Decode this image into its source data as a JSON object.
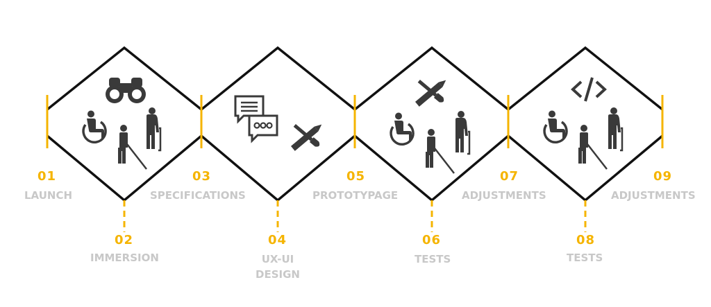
{
  "colors": {
    "accent": "#f5b400",
    "line": "#111111",
    "label": "#c8c8c8",
    "icon": "#3a3a3a"
  },
  "steps": [
    {
      "num": "01",
      "label": "LAUNCH"
    },
    {
      "num": "02",
      "label": "IMMERSION"
    },
    {
      "num": "03",
      "label": "SPECIFICATIONS"
    },
    {
      "num": "04",
      "label": "UX-UI",
      "label2": "DESIGN"
    },
    {
      "num": "05",
      "label": "PROTOTYPAGE"
    },
    {
      "num": "06",
      "label": "TESTS"
    },
    {
      "num": "07",
      "label": "ADJUSTMENTS"
    },
    {
      "num": "08",
      "label": "TESTS"
    },
    {
      "num": "09",
      "label": "ADJUSTMENTS"
    }
  ],
  "icons": [
    "binoculars-icon",
    "wheelchair-user-icon",
    "blind-person-icon",
    "elderly-person-icon",
    "chat-bubbles-icon",
    "pencil-brush-icon",
    "code-icon"
  ]
}
